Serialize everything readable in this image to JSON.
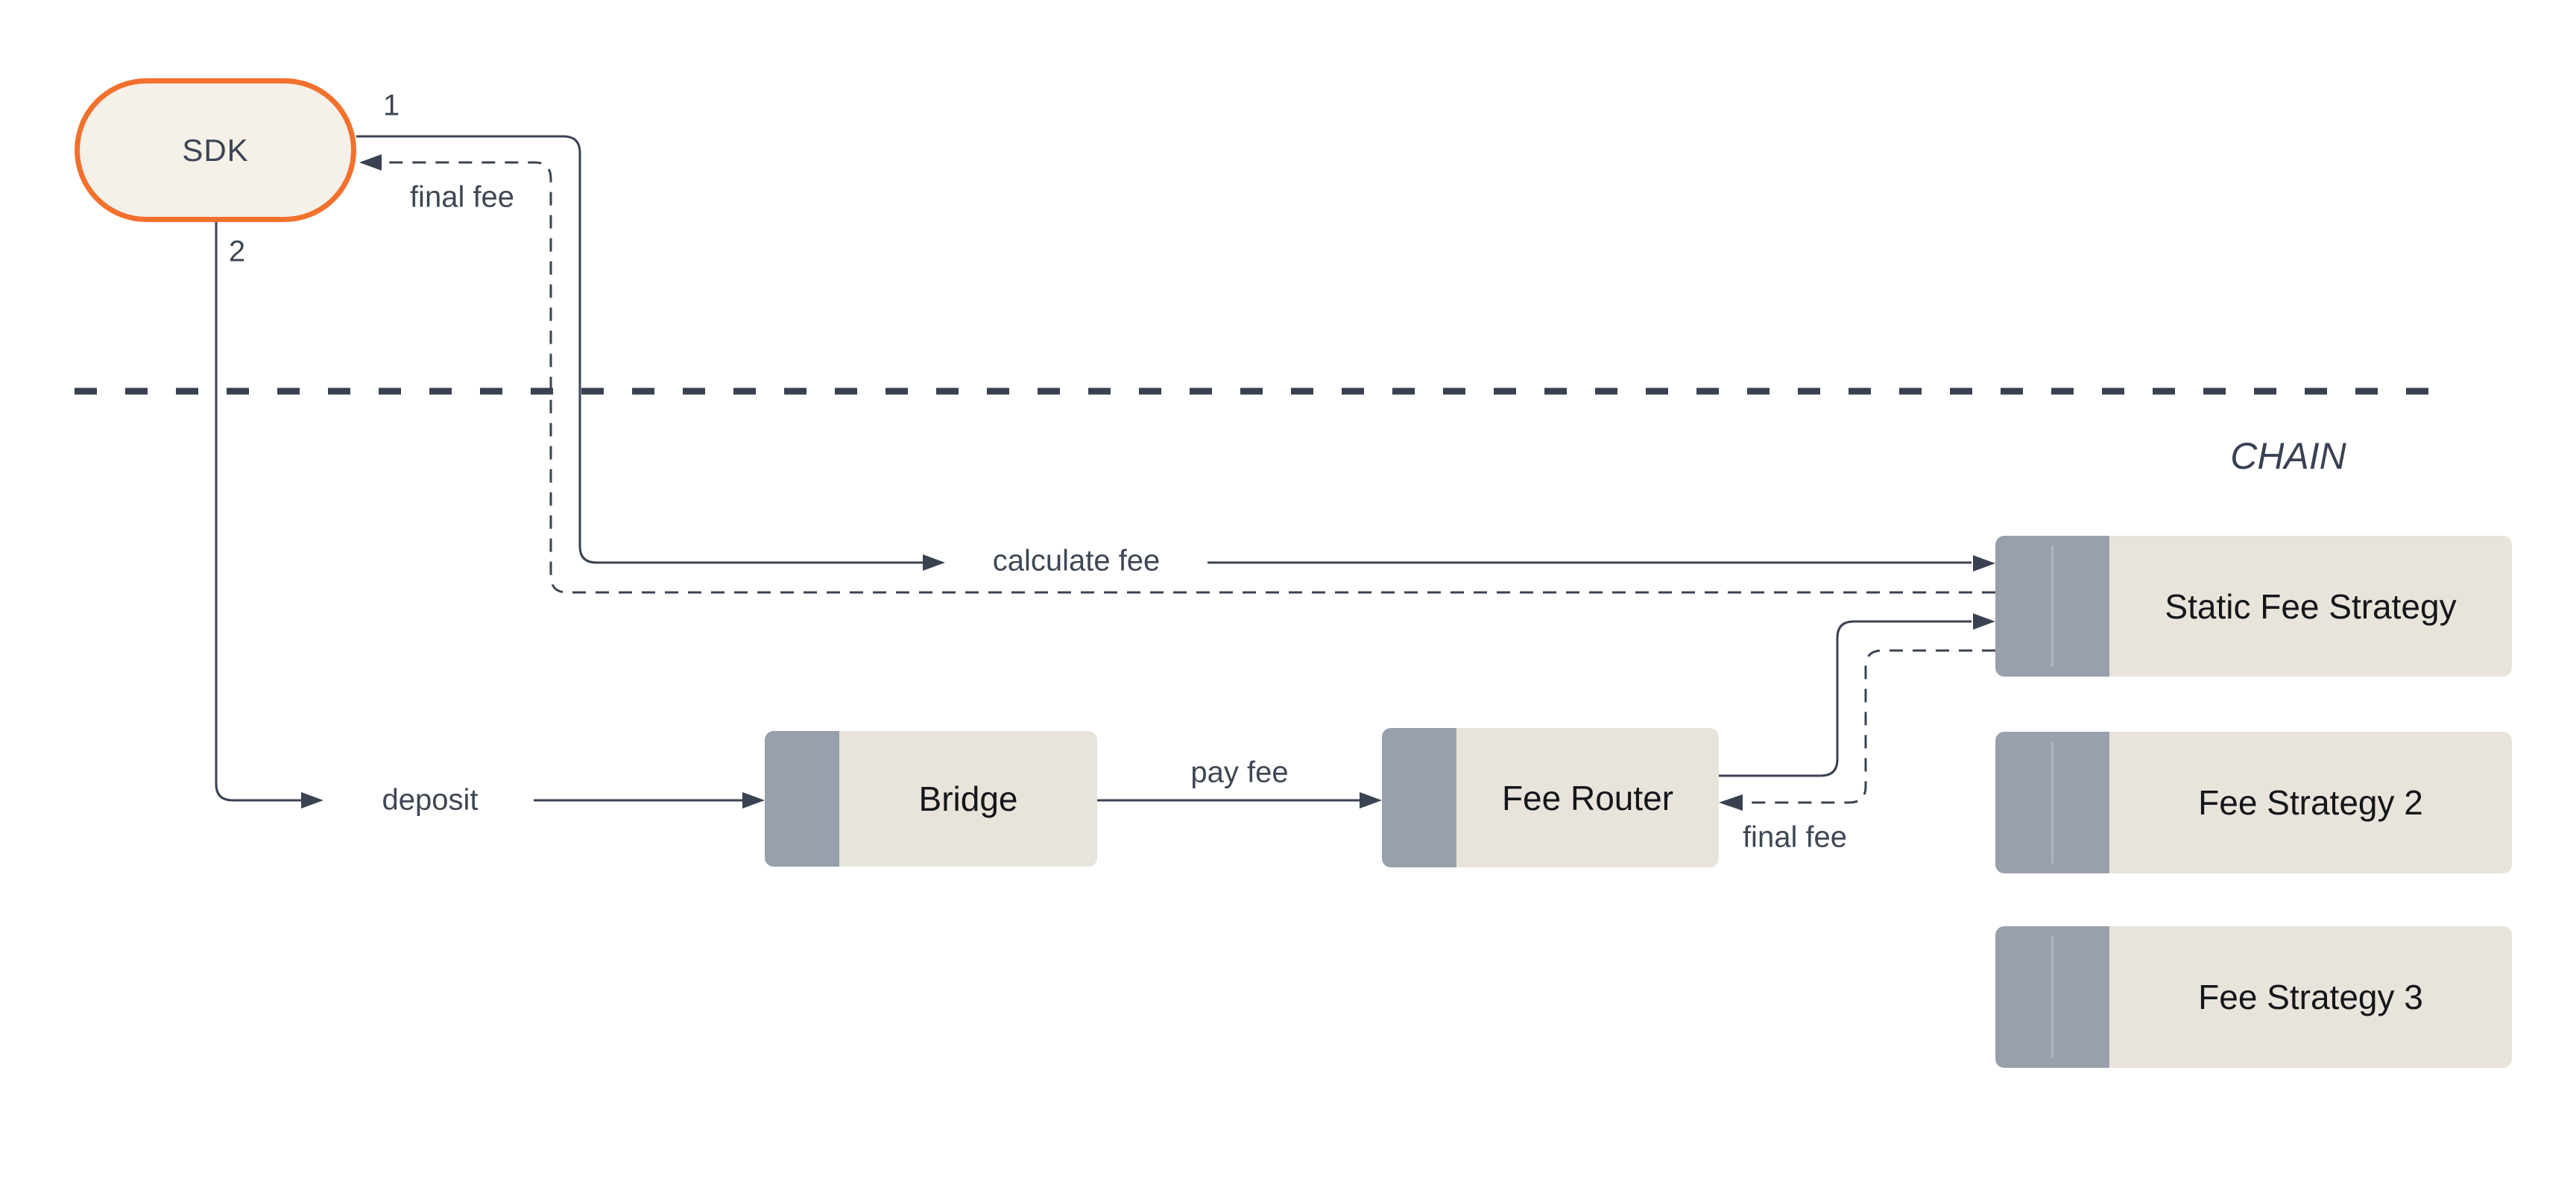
{
  "diagram": {
    "section_divider": {
      "label": "CHAIN"
    },
    "nodes": {
      "sdk": {
        "label": "SDK"
      },
      "bridge": {
        "label": "Bridge"
      },
      "fee_router": {
        "label": "Fee Router"
      },
      "static_fee_strategy": {
        "label": "Static Fee Strategy"
      },
      "fee_strategy_2": {
        "label": "Fee Strategy 2"
      },
      "fee_strategy_3": {
        "label": "Fee Strategy 3"
      }
    },
    "edges": {
      "step_1_marker": "1",
      "step_2_marker": "2",
      "final_fee_to_sdk": "final fee",
      "calculate_fee": "calculate fee",
      "deposit": "deposit",
      "pay_fee": "pay fee",
      "final_fee_to_router": "final fee"
    },
    "colors": {
      "accent_orange": "#F2712E",
      "line_slate": "#3A4252",
      "sdk_fill": "#F5F0E8",
      "component_body": "#E8E4DB",
      "component_bar": "#98A0AC",
      "background": "#FFFFFF"
    }
  }
}
